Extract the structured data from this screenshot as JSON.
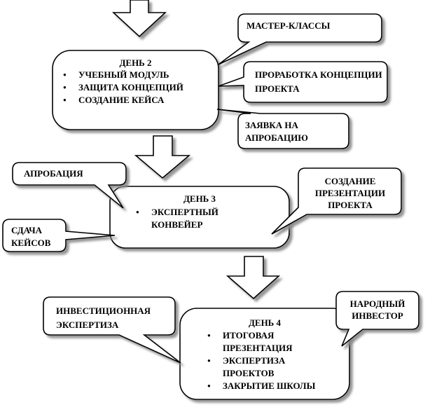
{
  "day2": {
    "title": "ДЕНЬ 2",
    "items": [
      "УЧЕБНЫЙ МОДУЛЬ",
      "ЗАЩИТА КОНЦЕПЦИЙ",
      "СОЗДАНИЕ КЕЙСА"
    ]
  },
  "day3": {
    "title": "ДЕНЬ 3",
    "items": [
      "ЭКСПЕРТНЫЙ КОНВЕЙЕР"
    ]
  },
  "day4": {
    "title": "ДЕНЬ 4",
    "items": [
      "ИТОГОВАЯ ПРЕЗЕНТАЦИЯ",
      "ЭКСПЕРТИЗА ПРОЕКТОВ",
      "ЗАКРЫТИЕ ШКОЛЫ"
    ]
  },
  "callouts": {
    "master_classes": "МАСТЕР-КЛАССЫ",
    "concept_dev": "ПРОРАБОТКА КОНЦЕПЦИИ ПРОЕКТА",
    "approbation_request": "ЗАЯВКА НА АПРОБАЦИЮ",
    "approbation": "АПРОБАЦИЯ",
    "cases_submission": "СДАЧА КЕЙСОВ",
    "presentation_creation": "СОЗДАНИЕ ПРЕЗЕНТАЦИИ ПРОЕКТА",
    "investment_expertise": "ИНВЕСТИЦИОННАЯ ЭКСПЕРТИЗА",
    "people_investor": "НАРОДНЫЙ ИНВЕСТОР"
  },
  "colors": {
    "stroke": "#000000",
    "shadow": "#8a8a8a",
    "fill": "#ffffff"
  }
}
